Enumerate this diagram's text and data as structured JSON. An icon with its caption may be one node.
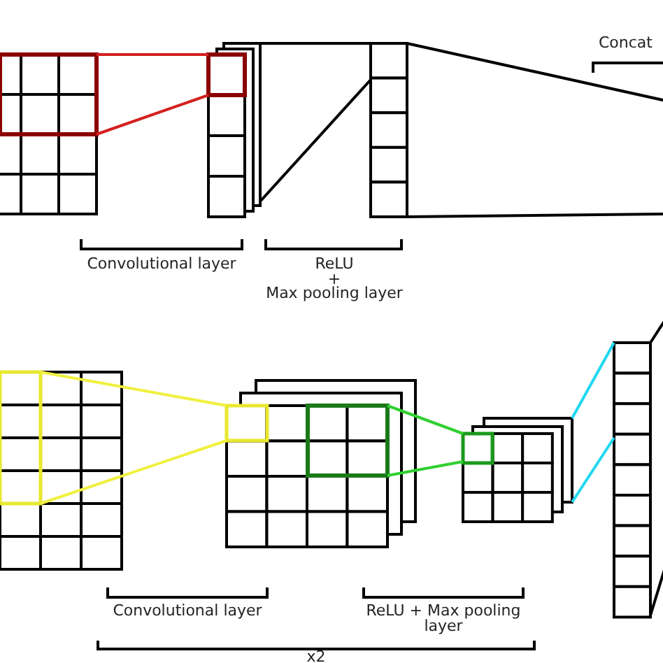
{
  "diagram": {
    "nodes": [
      {
        "text": [],
        "shape": "grid"
      },
      {
        "text": [],
        "shape": "stack"
      },
      {
        "text": [],
        "shape": "column"
      },
      {
        "text": [],
        "shape": "grid"
      },
      {
        "text": [],
        "shape": "stack"
      },
      {
        "text": [],
        "shape": "stack"
      },
      {
        "text": [],
        "shape": "column"
      }
    ],
    "edges": [
      {
        "from": 0,
        "to": 1,
        "arrow": "none",
        "color": "#d42020"
      },
      {
        "from": 0,
        "to": 1,
        "arrow": "none",
        "color": "#d42020"
      },
      {
        "from": 1,
        "to": 2,
        "arrow": "none"
      },
      {
        "from": 1,
        "to": 2,
        "arrow": "none"
      },
      {
        "from": 2,
        "to": null,
        "arrow": "none"
      },
      {
        "from": 2,
        "to": null,
        "arrow": "none"
      },
      {
        "from": 3,
        "to": 4,
        "arrow": "none",
        "color": "#f0f040"
      },
      {
        "from": 3,
        "to": 4,
        "arrow": "none",
        "color": "#f0f040"
      },
      {
        "from": 4,
        "to": 5,
        "arrow": "none",
        "color": "#30d030"
      },
      {
        "from": 4,
        "to": 5,
        "arrow": "none",
        "color": "#30d030"
      },
      {
        "from": 5,
        "to": 6,
        "arrow": "none",
        "color": "#20d8f0"
      },
      {
        "from": 5,
        "to": 6,
        "arrow": "none",
        "color": "#20d8f0"
      },
      {
        "from": 6,
        "to": null,
        "arrow": "none"
      },
      {
        "from": 6,
        "to": null,
        "arrow": "none"
      }
    ],
    "labels": [
      "Concat",
      "Convolutional layer",
      "ReLU + Max pooling layer",
      "Convolutional layer",
      "ReLU + Max pooling layer",
      "x2"
    ]
  }
}
